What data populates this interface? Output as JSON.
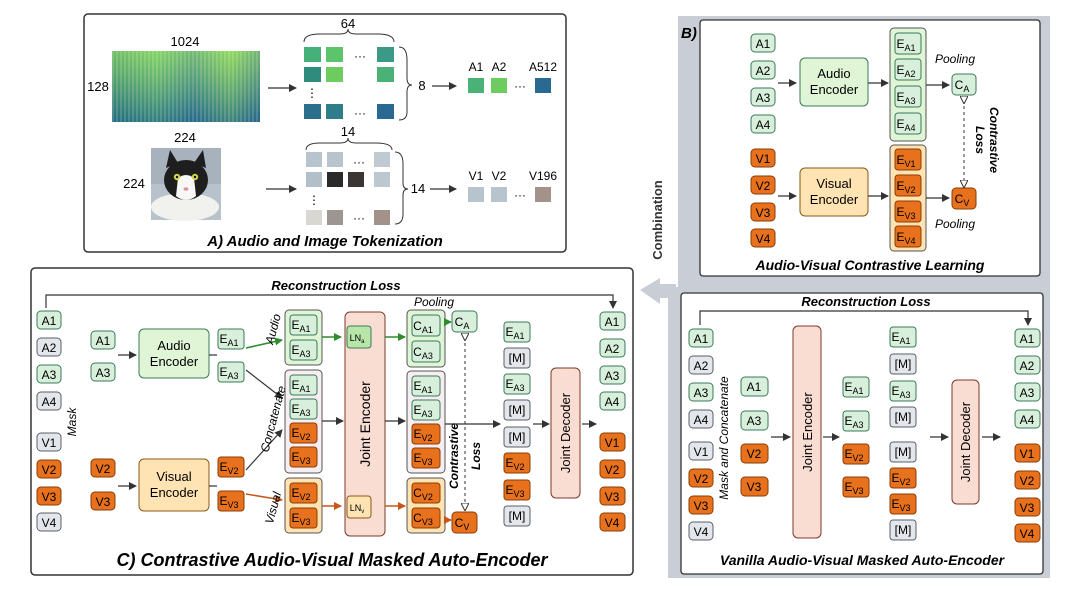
{
  "colors": {
    "audio_fill": "#d7efdb",
    "audio_stroke": "#3b7a5a",
    "visual_fill": "#e8711d",
    "visual_stroke": "#8a3d05",
    "masked_fill": "#e3e6ea",
    "masked_stroke": "#5a6068",
    "encoder_audio": "#dff5d6",
    "encoder_visual": "#ffe3b3",
    "joint_fill": "#f9ddd3",
    "joint_stroke": "#7a3a2a",
    "grey_panel": "#c9ced6",
    "arrow_green": "#2e8b2e",
    "arrow_orange": "#c7561a"
  },
  "panel_a": {
    "title": "A) Audio and Image Tokenization",
    "spec_width": "1024",
    "spec_height": "128",
    "patches_cols": "64",
    "patches_rows": "8",
    "audio_tokens": [
      "A1",
      "A2",
      "A512"
    ],
    "img_width": "224",
    "img_height": "224",
    "img_patches_cols": "14",
    "img_patches_rows": "14",
    "visual_tokens": [
      "V1",
      "V2",
      "V196"
    ],
    "ellipsis": "···"
  },
  "panel_b": {
    "label": "B)",
    "title": "Audio-Visual Contrastive Learning",
    "audio_tokens": [
      "A1",
      "A2",
      "A3",
      "A4"
    ],
    "visual_tokens": [
      "V1",
      "V2",
      "V3",
      "V4"
    ],
    "audio_encoder": [
      "Audio",
      "Encoder"
    ],
    "visual_encoder": [
      "Visual",
      "Encoder"
    ],
    "audio_embed": [
      "A1",
      "A2",
      "A3",
      "A4"
    ],
    "visual_embed": [
      "V1",
      "V2",
      "V3",
      "V4"
    ],
    "pooling": "Pooling",
    "contrastive": [
      "Contrastive",
      "Loss"
    ]
  },
  "combination": "Combination",
  "panel_c": {
    "title": "C) Contrastive Audio-Visual Masked Auto-Encoder",
    "reconstruction": "Reconstruction Loss",
    "mask": "Mask",
    "input_tokens": [
      "A1",
      "A2",
      "A3",
      "A4",
      "V1",
      "V2",
      "V3",
      "V4"
    ],
    "kept_audio": [
      "A1",
      "A3"
    ],
    "kept_visual": [
      "V2",
      "V3"
    ],
    "audio_encoder": [
      "Audio",
      "Encoder"
    ],
    "visual_encoder": [
      "Visual",
      "Encoder"
    ],
    "stream_audio": "Audio",
    "stream_concat": "Concatenate",
    "stream_visual": "Visual",
    "joint_encoder": "Joint Encoder",
    "joint_decoder": "Joint Decoder",
    "ln_a": "LN",
    "ln_v": "LN",
    "pooling": "Pooling",
    "contrastive": [
      "Contrastive",
      "Loss"
    ],
    "mask_token": "[M]",
    "outputs": [
      "A1",
      "A2",
      "A3",
      "A4",
      "V1",
      "V2",
      "V3",
      "V4"
    ]
  },
  "panel_d": {
    "title": "Vanilla Audio-Visual Masked Auto-Encoder",
    "reconstruction": "Reconstruction Loss",
    "mask_concat": "Mask and Concatenate",
    "input_tokens": [
      "A1",
      "A2",
      "A3",
      "A4",
      "V1",
      "V2",
      "V3",
      "V4"
    ],
    "kept": [
      "A1",
      "A3",
      "V2",
      "V3"
    ],
    "joint_encoder": "Joint Encoder",
    "joint_decoder": "Joint Decoder",
    "mask_token": "[M]",
    "outputs": [
      "A1",
      "A2",
      "A3",
      "A4",
      "V1",
      "V2",
      "V3",
      "V4"
    ]
  }
}
